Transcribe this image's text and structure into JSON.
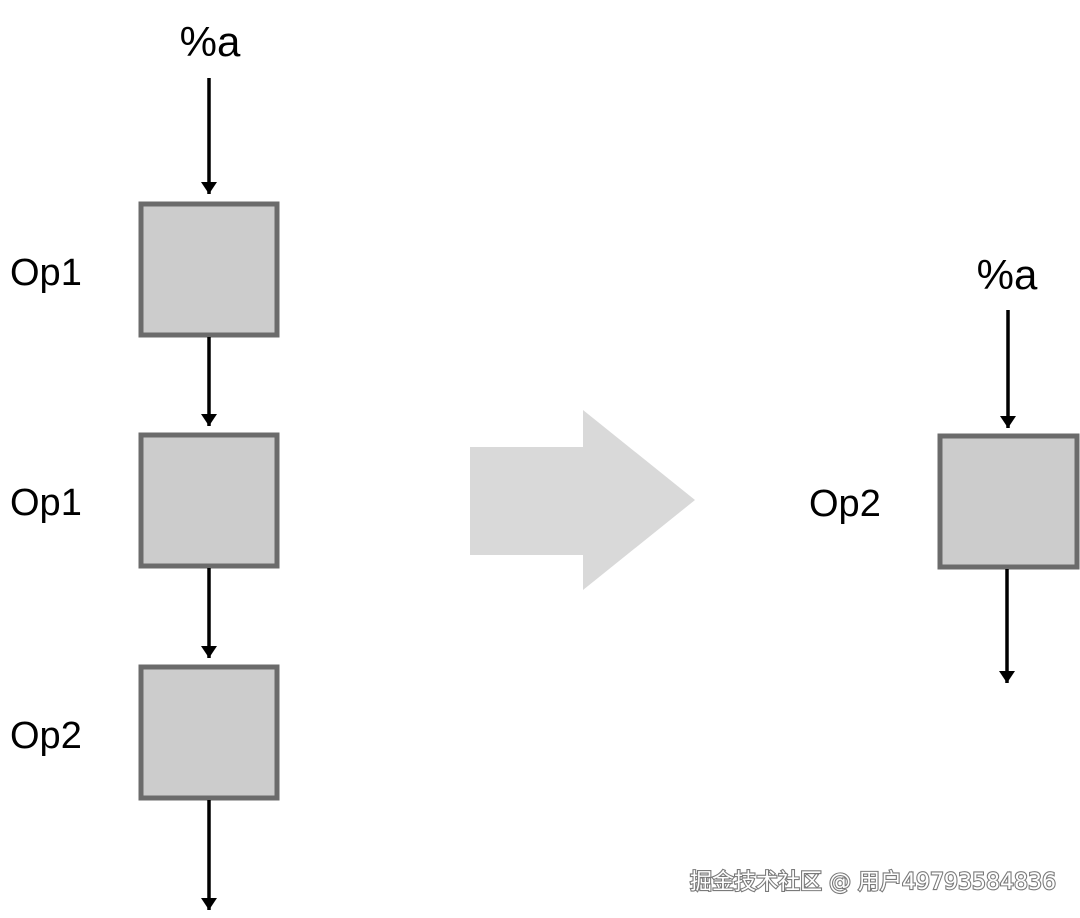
{
  "left_chain": {
    "input_label": "%a",
    "ops": [
      {
        "label": "Op1"
      },
      {
        "label": "Op1"
      },
      {
        "label": "Op2"
      }
    ]
  },
  "right_chain": {
    "input_label": "%a",
    "ops": [
      {
        "label": "Op2"
      }
    ]
  },
  "colors": {
    "box_fill": "#cccccc",
    "box_stroke": "#6b6b6b",
    "arrow": "#000000",
    "transform_arrow": "#d9d9d9"
  },
  "watermark": {
    "text": "掘金技术社区 @ 用户49793584836"
  }
}
